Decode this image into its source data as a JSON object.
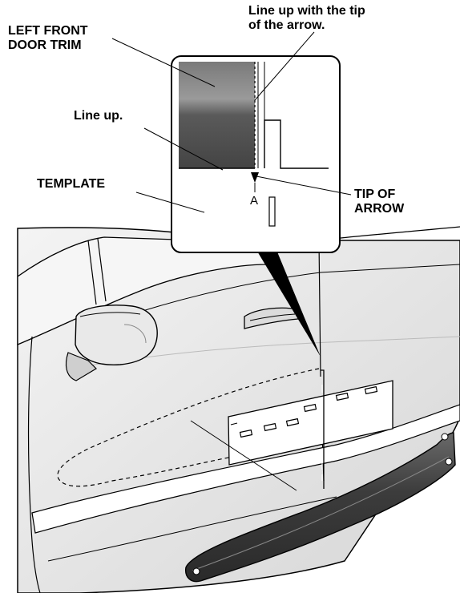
{
  "callouts": {
    "left_front_door_trim": "LEFT FRONT\nDOOR TRIM",
    "line_up_with_tip": "Line up with the tip\nof the arrow.",
    "line_up": "Line up.",
    "template": "TEMPLATE",
    "tip_of_arrow": "TIP OF\nARROW",
    "mark_a": "A"
  },
  "colors": {
    "line": "#000000",
    "trim_dark": "#4a4a4a",
    "trim_mid": "#8a8a8a",
    "body_light": "#efefef",
    "body_shade": "#d9d9d9",
    "glass": "#f7f7f7"
  }
}
